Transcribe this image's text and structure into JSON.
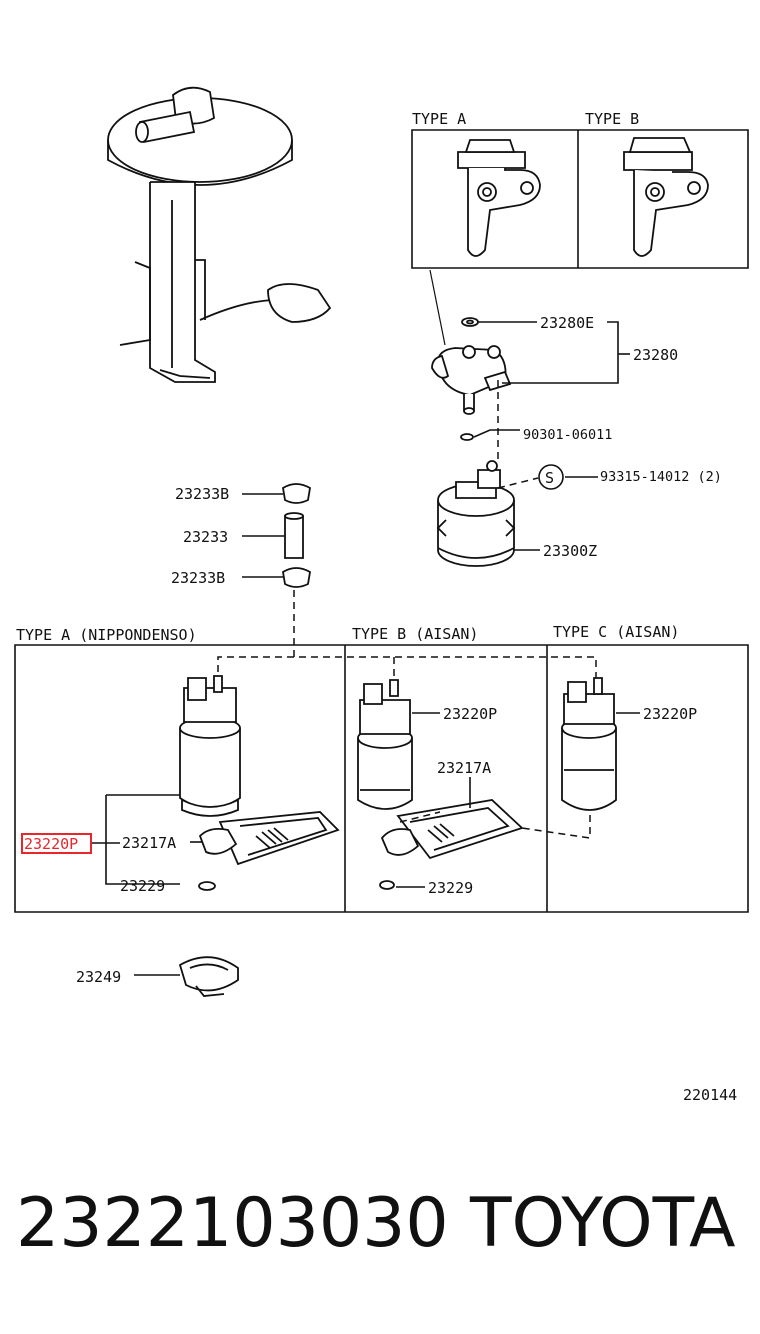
{
  "diagram": {
    "top_types": {
      "a": "TYPE A",
      "b": "TYPE B"
    },
    "parts": {
      "p23280E": "23280E",
      "p23280": "23280",
      "p90301": "90301-06011",
      "p93315": "93315-14012 (2)",
      "s_symbol": "S",
      "p23233B_top": "23233B",
      "p23233": "23233",
      "p23233B_bot": "23233B",
      "p23300Z": "23300Z",
      "p23249": "23249"
    },
    "bottom_types": {
      "a": "TYPE A (NIPPONDENSO)",
      "b": "TYPE B (AISAN)",
      "c": "TYPE C (AISAN)"
    },
    "type_a_parts": {
      "pump": "23220P",
      "strainer": "23217A",
      "cushion": "23229"
    },
    "type_b_parts": {
      "pump": "23220P",
      "strainer": "23217A",
      "cushion": "23229"
    },
    "type_c_parts": {
      "pump": "23220P"
    },
    "highlight_color": "#e8262b",
    "illustration_code": "220144"
  },
  "footer": {
    "part_number": "2322103030",
    "brand": "TOYOTA"
  }
}
